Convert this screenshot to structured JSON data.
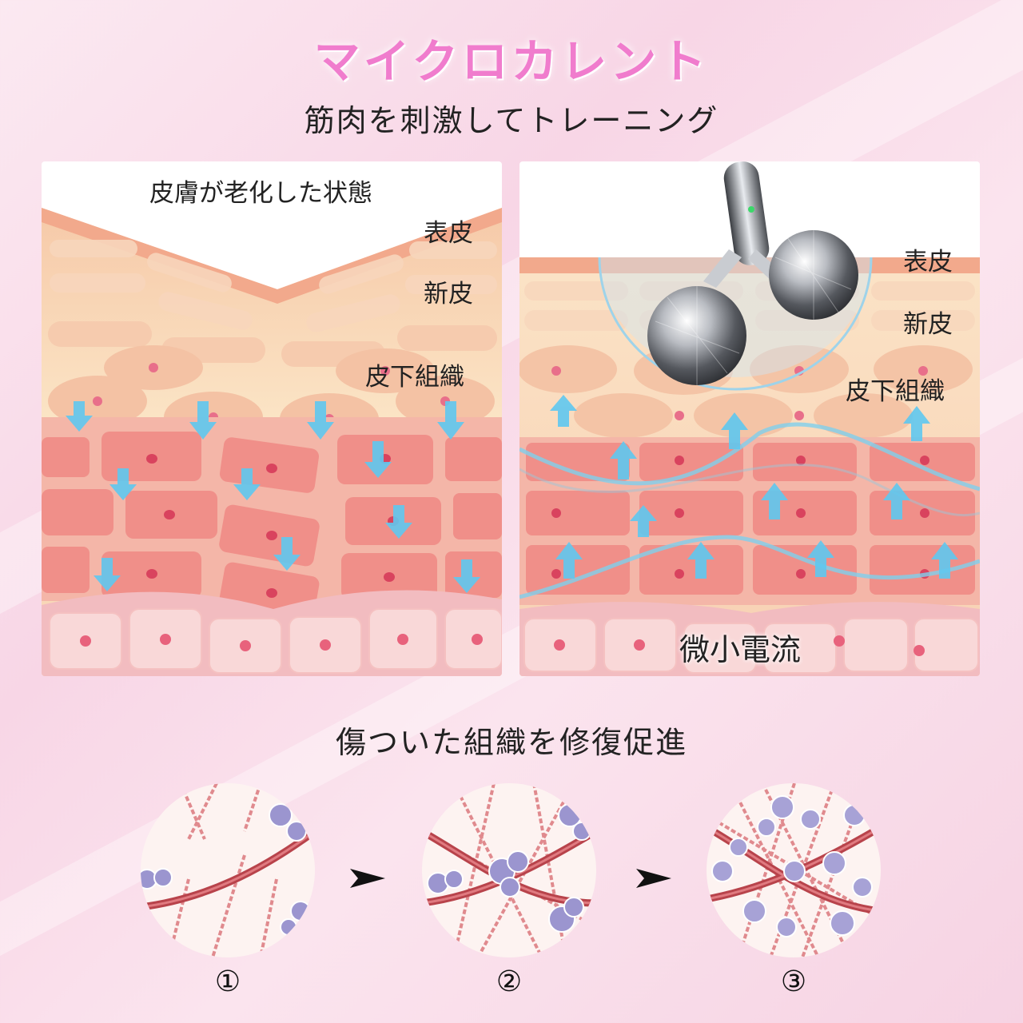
{
  "header": {
    "title": "マイクロカレント",
    "subtitle": "筋肉を刺激してトレーニング"
  },
  "left_panel": {
    "caption": "皮膚が老化した状態",
    "labels": {
      "epidermis": "表皮",
      "new_skin": "新皮",
      "subcutaneous": "皮下組織"
    }
  },
  "right_panel": {
    "labels": {
      "epidermis": "表皮",
      "new_skin": "新皮",
      "subcutaneous": "皮下組織",
      "current": "微小電流"
    }
  },
  "repair": {
    "title": "傷ついた組織を修復促進",
    "steps": [
      "①",
      "②",
      "③"
    ]
  },
  "colors": {
    "title_pink": "#f07ccd",
    "arrow_blue": "#5fc8f0",
    "muscle_red": "#c9525a",
    "cell_purple": "#8e87c8"
  },
  "icons": {
    "step_arrow": "right-arrowhead-icon"
  }
}
